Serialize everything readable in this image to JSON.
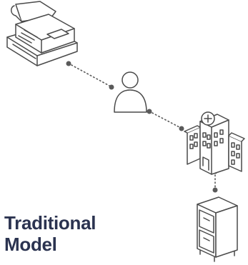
{
  "title": {
    "line1": "Traditional",
    "line2": "Model"
  },
  "nodes": [
    {
      "name": "fax-machine",
      "icon": "fax-machine-icon"
    },
    {
      "name": "person",
      "icon": "person-icon"
    },
    {
      "name": "hospital",
      "icon": "hospital-icon"
    },
    {
      "name": "filing-cabinet",
      "icon": "filing-cabinet-icon"
    }
  ],
  "colors": {
    "stroke": "#4a4a4a",
    "dot": "#5a5a5a",
    "title": "#2b3350"
  }
}
